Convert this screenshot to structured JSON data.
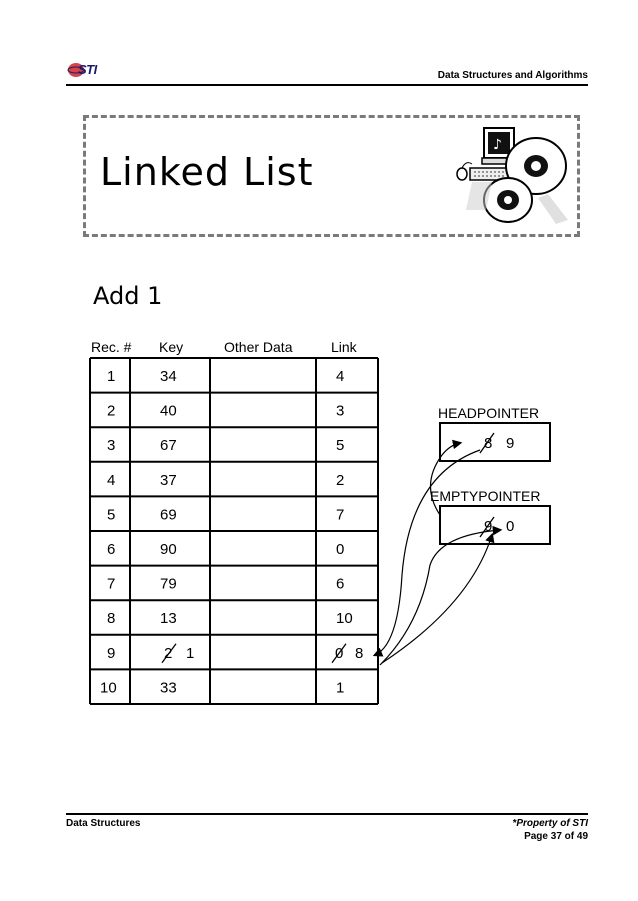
{
  "header": {
    "logo_text": "STI",
    "doc_title": "Data Structures and Algorithms"
  },
  "title": "Linked List",
  "subtitle": "Add 1",
  "table": {
    "headers": [
      "Rec. #",
      "Key",
      "Other Data",
      "Link"
    ],
    "rows": [
      {
        "rec": "1",
        "key": "34",
        "other": "",
        "link": "4"
      },
      {
        "rec": "2",
        "key": "40",
        "other": "",
        "link": "3"
      },
      {
        "rec": "3",
        "key": "67",
        "other": "",
        "link": "5"
      },
      {
        "rec": "4",
        "key": "37",
        "other": "",
        "link": "2"
      },
      {
        "rec": "5",
        "key": "69",
        "other": "",
        "link": "7"
      },
      {
        "rec": "6",
        "key": "90",
        "other": "",
        "link": "0"
      },
      {
        "rec": "7",
        "key": "79",
        "other": "",
        "link": "6"
      },
      {
        "rec": "8",
        "key": "13",
        "other": "",
        "link": "10"
      },
      {
        "rec": "9",
        "key_struck": "2",
        "key": "1",
        "other": "",
        "link_struck": "0",
        "link": "8"
      },
      {
        "rec": "10",
        "key": "33",
        "other": "",
        "link": "1"
      }
    ]
  },
  "pointers": {
    "head": {
      "label": "HEADPOINTER",
      "old": "8",
      "new": "9"
    },
    "empty": {
      "label": "EMPTYPOINTER",
      "old": "9",
      "new": "0"
    }
  },
  "footer": {
    "left": "Data Structures",
    "right": "*Property of STI",
    "page": "Page 37 of 49"
  }
}
